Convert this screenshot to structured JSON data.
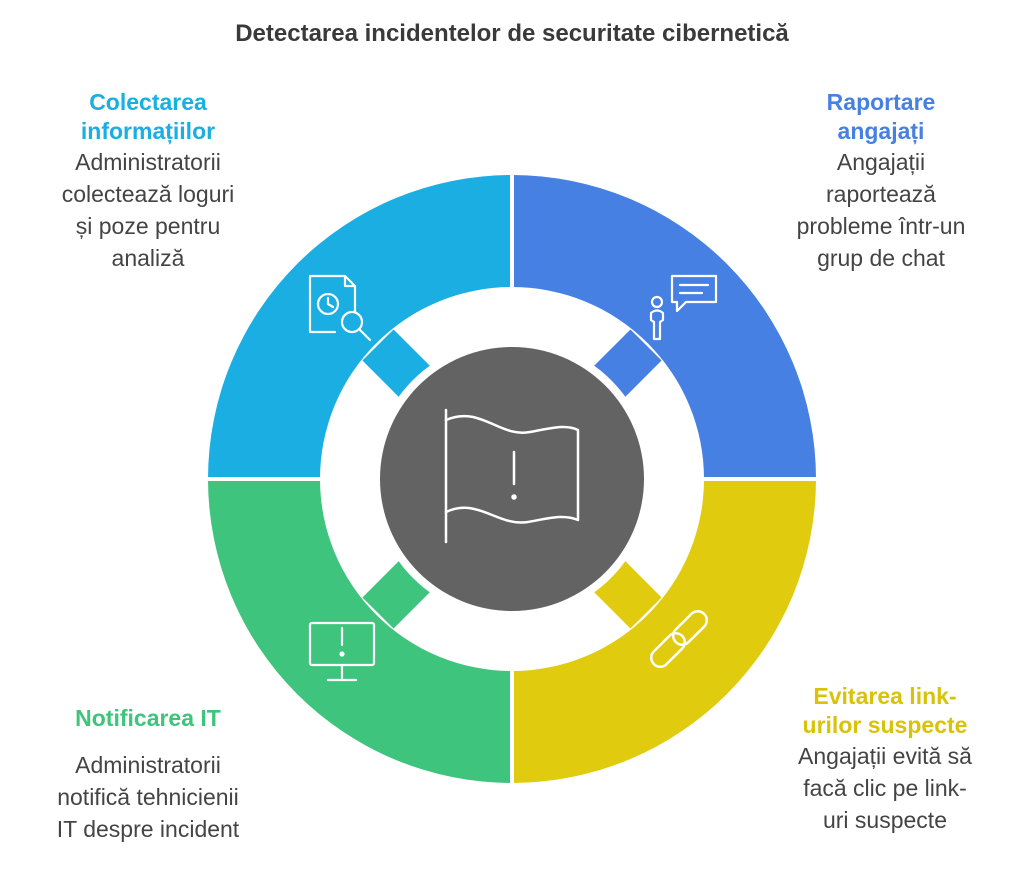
{
  "title": "Detectarea incidentelor de securitate cibernetică",
  "colors": {
    "blue_light": "#1aaee3",
    "blue": "#4680e3",
    "green": "#3ec47c",
    "yellow": "#e1cb0e",
    "center": "#636363"
  },
  "sections": {
    "top_left": {
      "title": "Colectarea informațiilor",
      "title_lines": [
        "Colectarea",
        "informațiilor"
      ],
      "desc_lines": [
        "Administratorii",
        "colectează loguri",
        "și poze pentru",
        "analiză"
      ],
      "icon": "document-search-icon"
    },
    "top_right": {
      "title": "Raportare angajați",
      "title_lines": [
        "Raportare",
        "angajați"
      ],
      "desc_lines": [
        "Angajații",
        "raportează",
        "probleme într-un",
        "grup de chat"
      ],
      "icon": "person-chat-icon"
    },
    "bottom_left": {
      "title": "Notificarea IT",
      "title_lines": [
        "Notificarea IT"
      ],
      "desc_lines": [
        "Administratorii",
        "notifică tehnicienii",
        "IT despre incident"
      ],
      "icon": "monitor-alert-icon"
    },
    "bottom_right": {
      "title": "Evitarea link-urilor suspecte",
      "title_lines": [
        "Evitarea link-",
        "urilor suspecte"
      ],
      "desc_lines": [
        "Angajații evită să",
        "facă clic pe link-",
        "uri suspecte"
      ],
      "icon": "chain-link-icon"
    }
  },
  "center_icon": "warning-flag-icon"
}
